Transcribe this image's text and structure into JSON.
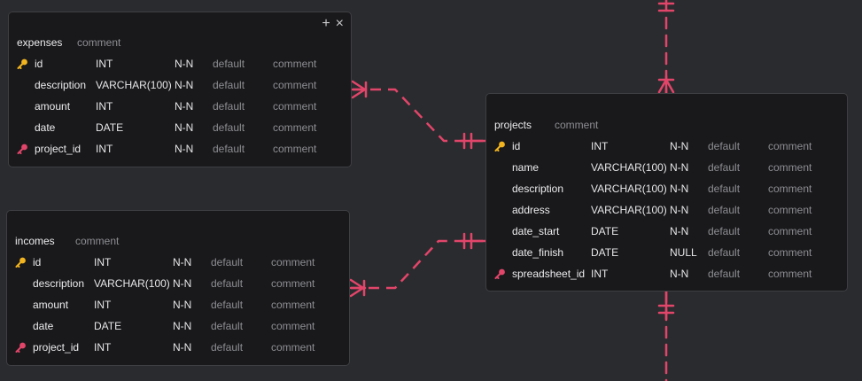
{
  "colors": {
    "background": "#2a2b2e",
    "card": "#19191b",
    "relation_line": "#e2456a",
    "primary_key_icon": "#f2b41f",
    "foreign_key_icon": "#e2456a"
  },
  "icons": {
    "primary_key": "key-icon",
    "foreign_key": "key-icon",
    "add": "plus-icon",
    "close": "close-icon"
  },
  "tables": {
    "expenses": {
      "name": "expenses",
      "comment": "comment",
      "tools": {
        "add": "+",
        "close": "×"
      },
      "columns": [
        {
          "key": "pk",
          "name": "id",
          "type": "INT",
          "null": "N-N",
          "default": "default",
          "comment": "comment"
        },
        {
          "key": "",
          "name": "description",
          "type": "VARCHAR(100)",
          "null": "N-N",
          "default": "default",
          "comment": "comment"
        },
        {
          "key": "",
          "name": "amount",
          "type": "INT",
          "null": "N-N",
          "default": "default",
          "comment": "comment"
        },
        {
          "key": "",
          "name": "date",
          "type": "DATE",
          "null": "N-N",
          "default": "default",
          "comment": "comment"
        },
        {
          "key": "fk",
          "name": "project_id",
          "type": "INT",
          "null": "N-N",
          "default": "default",
          "comment": "comment"
        }
      ]
    },
    "incomes": {
      "name": "incomes",
      "comment": "comment",
      "columns": [
        {
          "key": "pk",
          "name": "id",
          "type": "INT",
          "null": "N-N",
          "default": "default",
          "comment": "comment"
        },
        {
          "key": "",
          "name": "description",
          "type": "VARCHAR(100)",
          "null": "N-N",
          "default": "default",
          "comment": "comment"
        },
        {
          "key": "",
          "name": "amount",
          "type": "INT",
          "null": "N-N",
          "default": "default",
          "comment": "comment"
        },
        {
          "key": "",
          "name": "date",
          "type": "DATE",
          "null": "N-N",
          "default": "default",
          "comment": "comment"
        },
        {
          "key": "fk",
          "name": "project_id",
          "type": "INT",
          "null": "N-N",
          "default": "default",
          "comment": "comment"
        }
      ]
    },
    "projects": {
      "name": "projects",
      "comment": "comment",
      "columns": [
        {
          "key": "pk",
          "name": "id",
          "type": "INT",
          "null": "N-N",
          "default": "default",
          "comment": "comment"
        },
        {
          "key": "",
          "name": "name",
          "type": "VARCHAR(100)",
          "null": "N-N",
          "default": "default",
          "comment": "comment"
        },
        {
          "key": "",
          "name": "description",
          "type": "VARCHAR(100)",
          "null": "N-N",
          "default": "default",
          "comment": "comment"
        },
        {
          "key": "",
          "name": "address",
          "type": "VARCHAR(100)",
          "null": "N-N",
          "default": "default",
          "comment": "comment"
        },
        {
          "key": "",
          "name": "date_start",
          "type": "DATE",
          "null": "N-N",
          "default": "default",
          "comment": "comment"
        },
        {
          "key": "",
          "name": "date_finish",
          "type": "DATE",
          "null": "NULL",
          "default": "default",
          "comment": "comment"
        },
        {
          "key": "fk",
          "name": "spreadsheet_id",
          "type": "INT",
          "null": "N-N",
          "default": "default",
          "comment": "comment"
        }
      ]
    }
  },
  "relations": [
    {
      "from": "expenses.project_id",
      "to": "projects.id",
      "from_end": "many",
      "to_end": "one"
    },
    {
      "from": "incomes.project_id",
      "to": "projects.id",
      "from_end": "many",
      "to_end": "one"
    },
    {
      "from": "projects",
      "to": "offscreen-top",
      "from_end": "many",
      "to_end": "one"
    },
    {
      "from": "projects.spreadsheet_id",
      "to": "offscreen-bottom",
      "from_end": "one",
      "to_end": ""
    }
  ]
}
